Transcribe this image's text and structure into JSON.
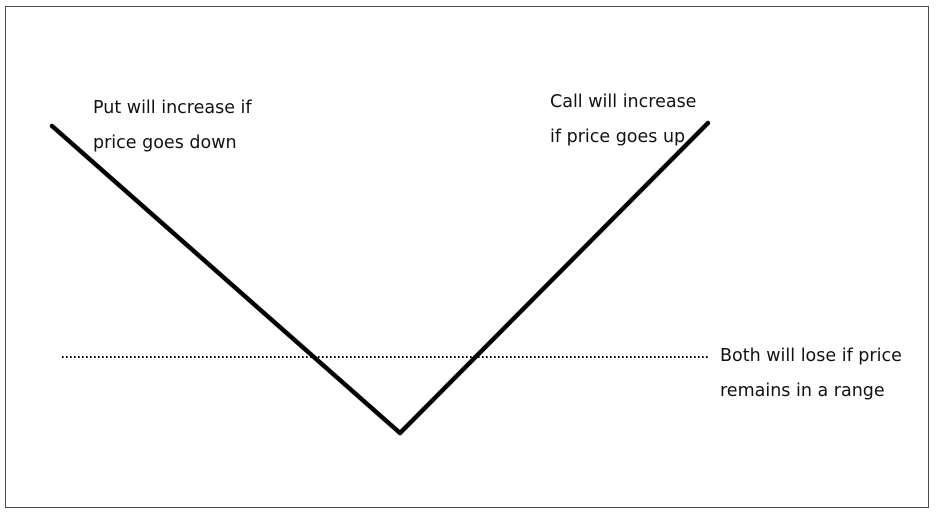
{
  "colors": {
    "line": "#000000",
    "frame": "#4a4a4a",
    "text": "#111111",
    "background": "#ffffff"
  },
  "annotations": {
    "put": [
      "Put will increase if",
      "price goes down"
    ],
    "call": [
      "Call will increase",
      "if price goes up"
    ],
    "range": [
      "Both will lose if price",
      "remains in a range"
    ]
  }
}
